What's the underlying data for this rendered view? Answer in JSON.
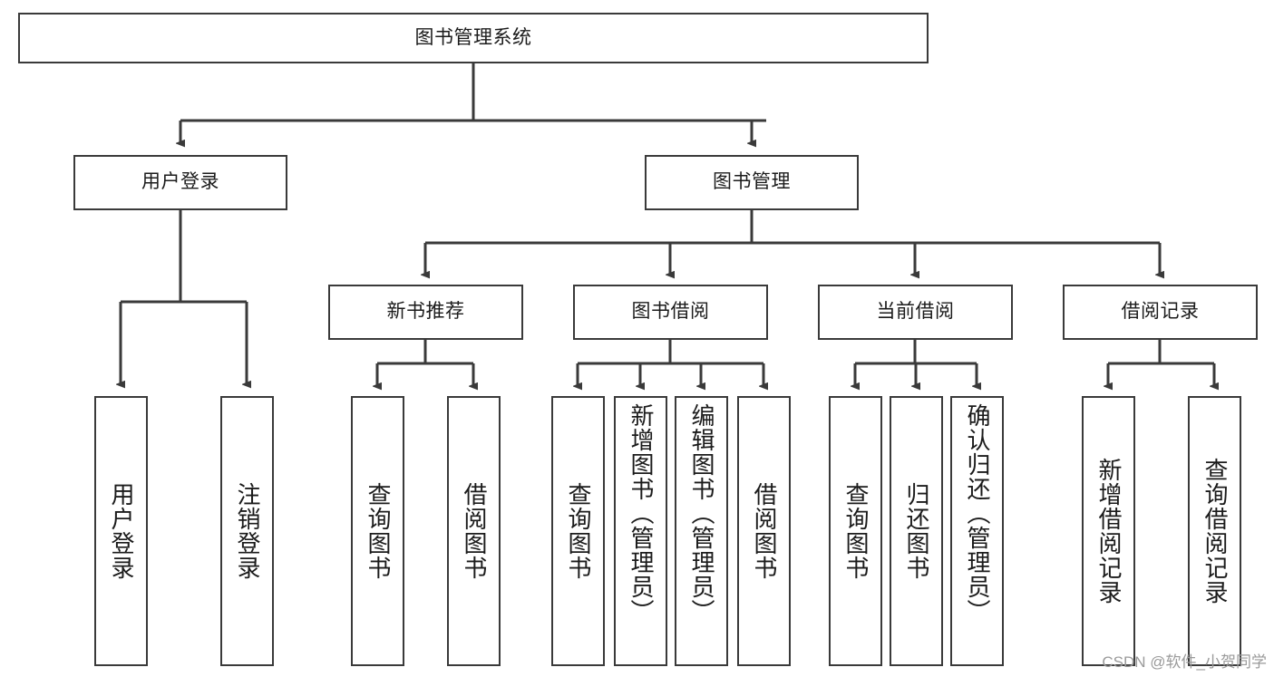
{
  "diagram": {
    "type": "tree-hierarchy",
    "title": "图书管理系统",
    "watermark": "CSDN @软件_小贺同学",
    "colors": {
      "box_border": "#3a3a3a",
      "box_fill": "#ffffff",
      "edge": "#3a3a3a",
      "text": "#1b1b1b",
      "watermark": "#9a9a9a",
      "background": "#ffffff"
    },
    "root": {
      "label": "图书管理系统"
    },
    "level1": [
      {
        "label": "用户登录"
      },
      {
        "label": "图书管理"
      }
    ],
    "level2": [
      {
        "label": "新书推荐"
      },
      {
        "label": "图书借阅"
      },
      {
        "label": "当前借阅"
      },
      {
        "label": "借阅记录"
      }
    ],
    "leaves": {
      "user_login": [
        {
          "label": "用户登录"
        },
        {
          "label": "注销登录"
        }
      ],
      "new_book_recommend": [
        {
          "label": "查询图书"
        },
        {
          "label": "借阅图书"
        }
      ],
      "book_borrow": [
        {
          "label": "查询图书"
        },
        {
          "label": "新增图书（管理员）"
        },
        {
          "label": "编辑图书（管理员）"
        },
        {
          "label": "借阅图书"
        }
      ],
      "current_borrow": [
        {
          "label": "查询图书"
        },
        {
          "label": "归还图书"
        },
        {
          "label": "确认归还（管理员）"
        }
      ],
      "borrow_record": [
        {
          "label": "新增借阅记录"
        },
        {
          "label": "查询借阅记录"
        }
      ]
    }
  }
}
